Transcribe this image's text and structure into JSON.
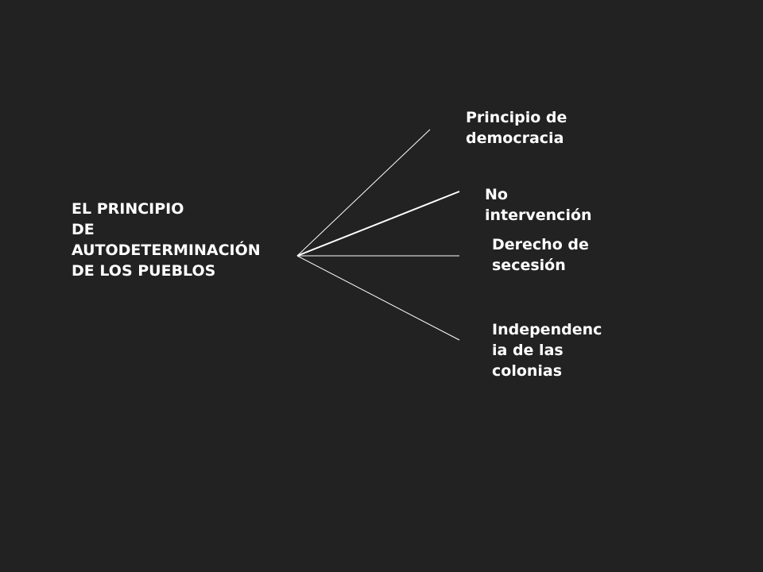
{
  "root": {
    "label": "EL PRINCIPIO\n DE\nAUTODETERMINACIÓN\nDE LOS PUEBLOS"
  },
  "branches": [
    {
      "label": "Principio de\ndemocracia"
    },
    {
      "label": "No\nintervención"
    },
    {
      "label": "Derecho de\nsecesión"
    },
    {
      "label": "Independenc\nia de las\ncolonias"
    }
  ],
  "colors": {
    "background": "#222222",
    "text": "#ffffff",
    "connector": "#ffffff"
  }
}
